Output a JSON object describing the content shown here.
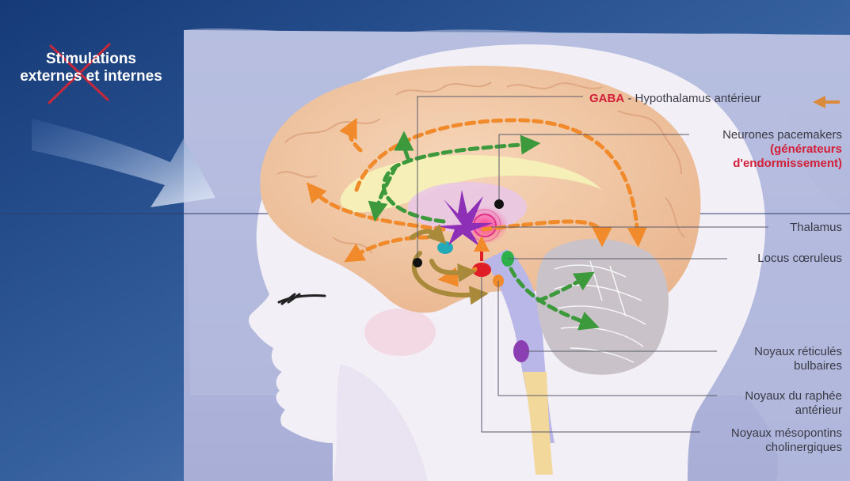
{
  "stimulation": {
    "line1": "Stimulations",
    "line2": "externes et internes"
  },
  "labels": {
    "gaba_word": "GABA",
    "gaba_rest": " - Hypothalamus antérieur",
    "pacemakers": "Neurones pacemakers",
    "generateurs": "(générateurs",
    "endormissement": "d'endormissement)",
    "thalamus": "Thalamus",
    "locus": "Locus cœruleus",
    "reticules_1": "Noyaux réticulés",
    "reticules_2": "bulbaires",
    "raphe_1": "Noyaux du raphée",
    "raphe_2": "antérieur",
    "mesopontins_1": "Noyaux mésopontins",
    "mesopontins_2": "cholinergiques"
  },
  "colors": {
    "sky": "#2b4f8e",
    "head": "#f2eef6",
    "brain": "#f1c7a2",
    "orange_arrows": "#f08a2a",
    "green_arrows": "#3c9a3c",
    "red_text": "#d2203a",
    "cross": "#c8283a"
  }
}
